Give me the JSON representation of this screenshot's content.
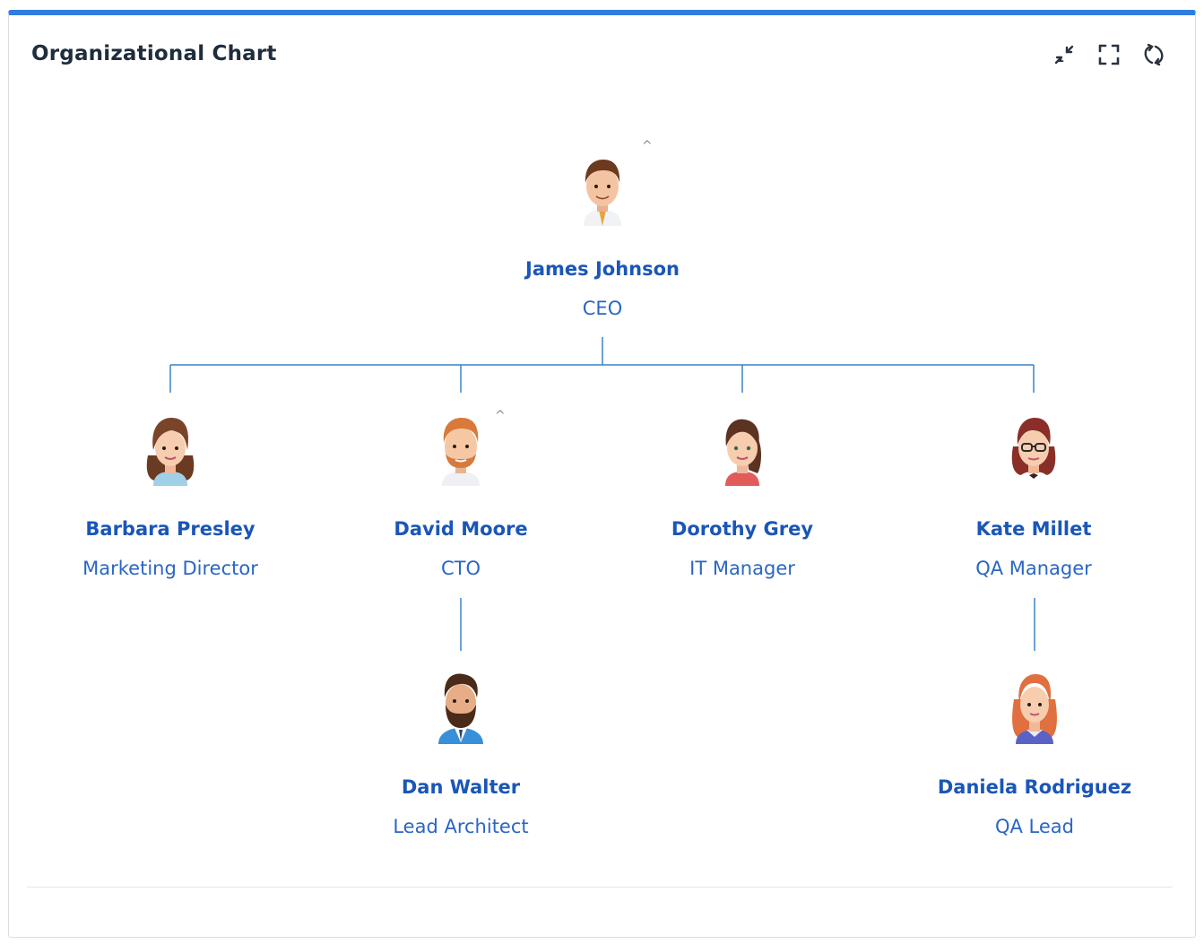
{
  "panel": {
    "title": "Organizational Chart",
    "accent_color": "#2f7de1",
    "tools": [
      {
        "name": "compress-icon"
      },
      {
        "name": "expand-icon"
      },
      {
        "name": "refresh-icon"
      }
    ]
  },
  "collapse_glyph": "^",
  "nodes": {
    "ceo": {
      "name": "James Johnson",
      "role": "CEO"
    },
    "barbara": {
      "name": "Barbara Presley",
      "role": "Marketing Director"
    },
    "david": {
      "name": "David Moore",
      "role": "CTO"
    },
    "dorothy": {
      "name": "Dorothy Grey",
      "role": "IT Manager"
    },
    "kate": {
      "name": "Kate Millet",
      "role": "QA Manager"
    },
    "dan": {
      "name": "Dan Walter",
      "role": "Lead Architect"
    },
    "daniela": {
      "name": "Daniela Rodriguez",
      "role": "QA Lead"
    }
  },
  "colors": {
    "connector": "#3b82c4",
    "name": "#1a56b8",
    "role": "#2a66c4"
  }
}
